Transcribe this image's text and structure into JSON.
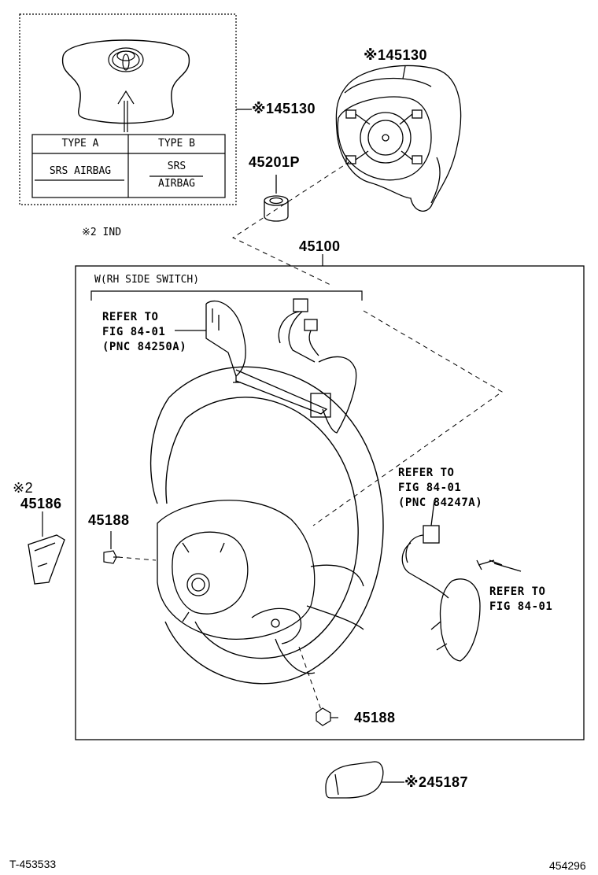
{
  "inset": {
    "type_a_header": "TYPE A",
    "type_b_header": "TYPE B",
    "type_a_value": "SRS AIRBAG",
    "type_b_value_line1": "SRS",
    "type_b_value_line2": "AIRBAG"
  },
  "labels": {
    "airbag_inset": "※145130",
    "airbag_part": "※145130",
    "nut": "45201P",
    "note_ind": "※2 IND",
    "wheel": "45100",
    "rh_side_switch": "W(RH SIDE SWITCH)",
    "refer1_l1": "REFER TO",
    "refer1_l2": "FIG 84-01",
    "refer1_l3": "(PNC 84250A)",
    "refer2_l1": "REFER TO",
    "refer2_l2": "FIG 84-01",
    "refer2_l3": "(PNC 84247A)",
    "refer3_l1": "REFER TO",
    "refer3_l2": "FIG 84-01",
    "cover_left_mark": "※2",
    "cover_left": "45186",
    "screw_left": "45188",
    "screw_bottom": "45188",
    "cover_bottom": "※245187"
  },
  "footer": {
    "left_code": "T-453533",
    "right_code": "454296"
  }
}
